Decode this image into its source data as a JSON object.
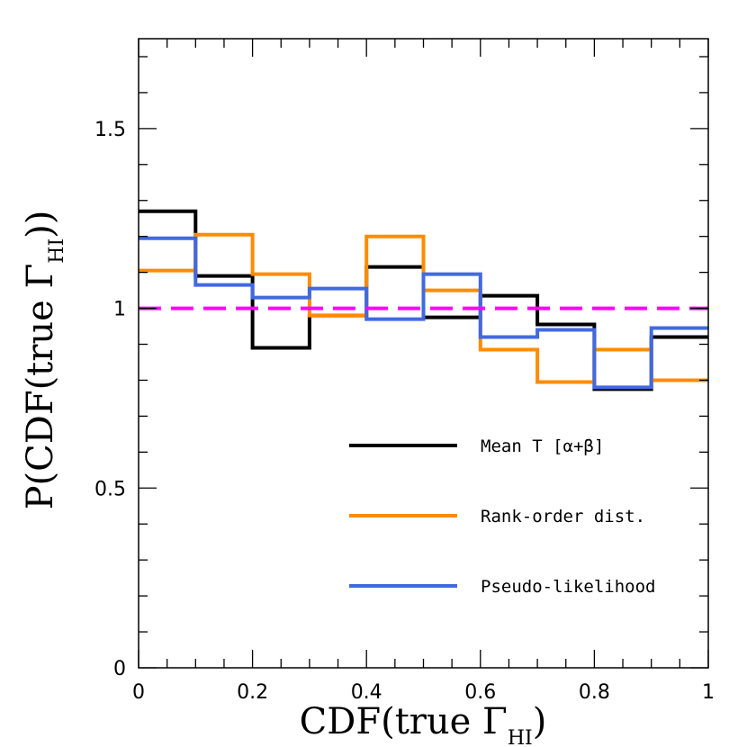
{
  "chart_data": {
    "type": "line",
    "step": true,
    "xlabel": {
      "main": "CDF(true Γ",
      "sub": "HI",
      "close": ")"
    },
    "ylabel": {
      "main": "P(CDF(true Γ",
      "sub": "HI",
      "close": "))"
    },
    "xlim": [
      0,
      1
    ],
    "ylim": [
      0,
      1.75
    ],
    "x_ticks": [
      0,
      0.2,
      0.4,
      0.6,
      0.8,
      1
    ],
    "x_tick_labels": [
      "0",
      "0.2",
      "0.4",
      "0.6",
      "0.8",
      "1"
    ],
    "y_ticks": [
      0,
      0.5,
      1,
      1.5
    ],
    "y_tick_labels": [
      "0",
      "0.5",
      "1",
      "1.5"
    ],
    "bin_edges": [
      0,
      0.1,
      0.2,
      0.3,
      0.4,
      0.5,
      0.6,
      0.7,
      0.8,
      0.9,
      1.0
    ],
    "reference_line": {
      "y": 1.0,
      "color": "#ff00ff",
      "style": "dashed"
    },
    "legend_position": "lower-right",
    "series": [
      {
        "name": "Mean T [α+β]",
        "color": "#000000",
        "values": [
          1.27,
          1.09,
          0.89,
          0.98,
          1.115,
          0.975,
          1.035,
          0.955,
          0.775,
          0.92
        ]
      },
      {
        "name": "Rank-order dist.",
        "color": "#ff8c00",
        "values": [
          1.105,
          1.205,
          1.095,
          0.98,
          1.2,
          1.05,
          0.885,
          0.795,
          0.885,
          0.8
        ]
      },
      {
        "name": "Pseudo-likelihood",
        "color": "#4169e1",
        "values": [
          1.195,
          1.065,
          1.03,
          1.055,
          0.97,
          1.095,
          0.92,
          0.94,
          0.78,
          0.945
        ]
      }
    ]
  }
}
